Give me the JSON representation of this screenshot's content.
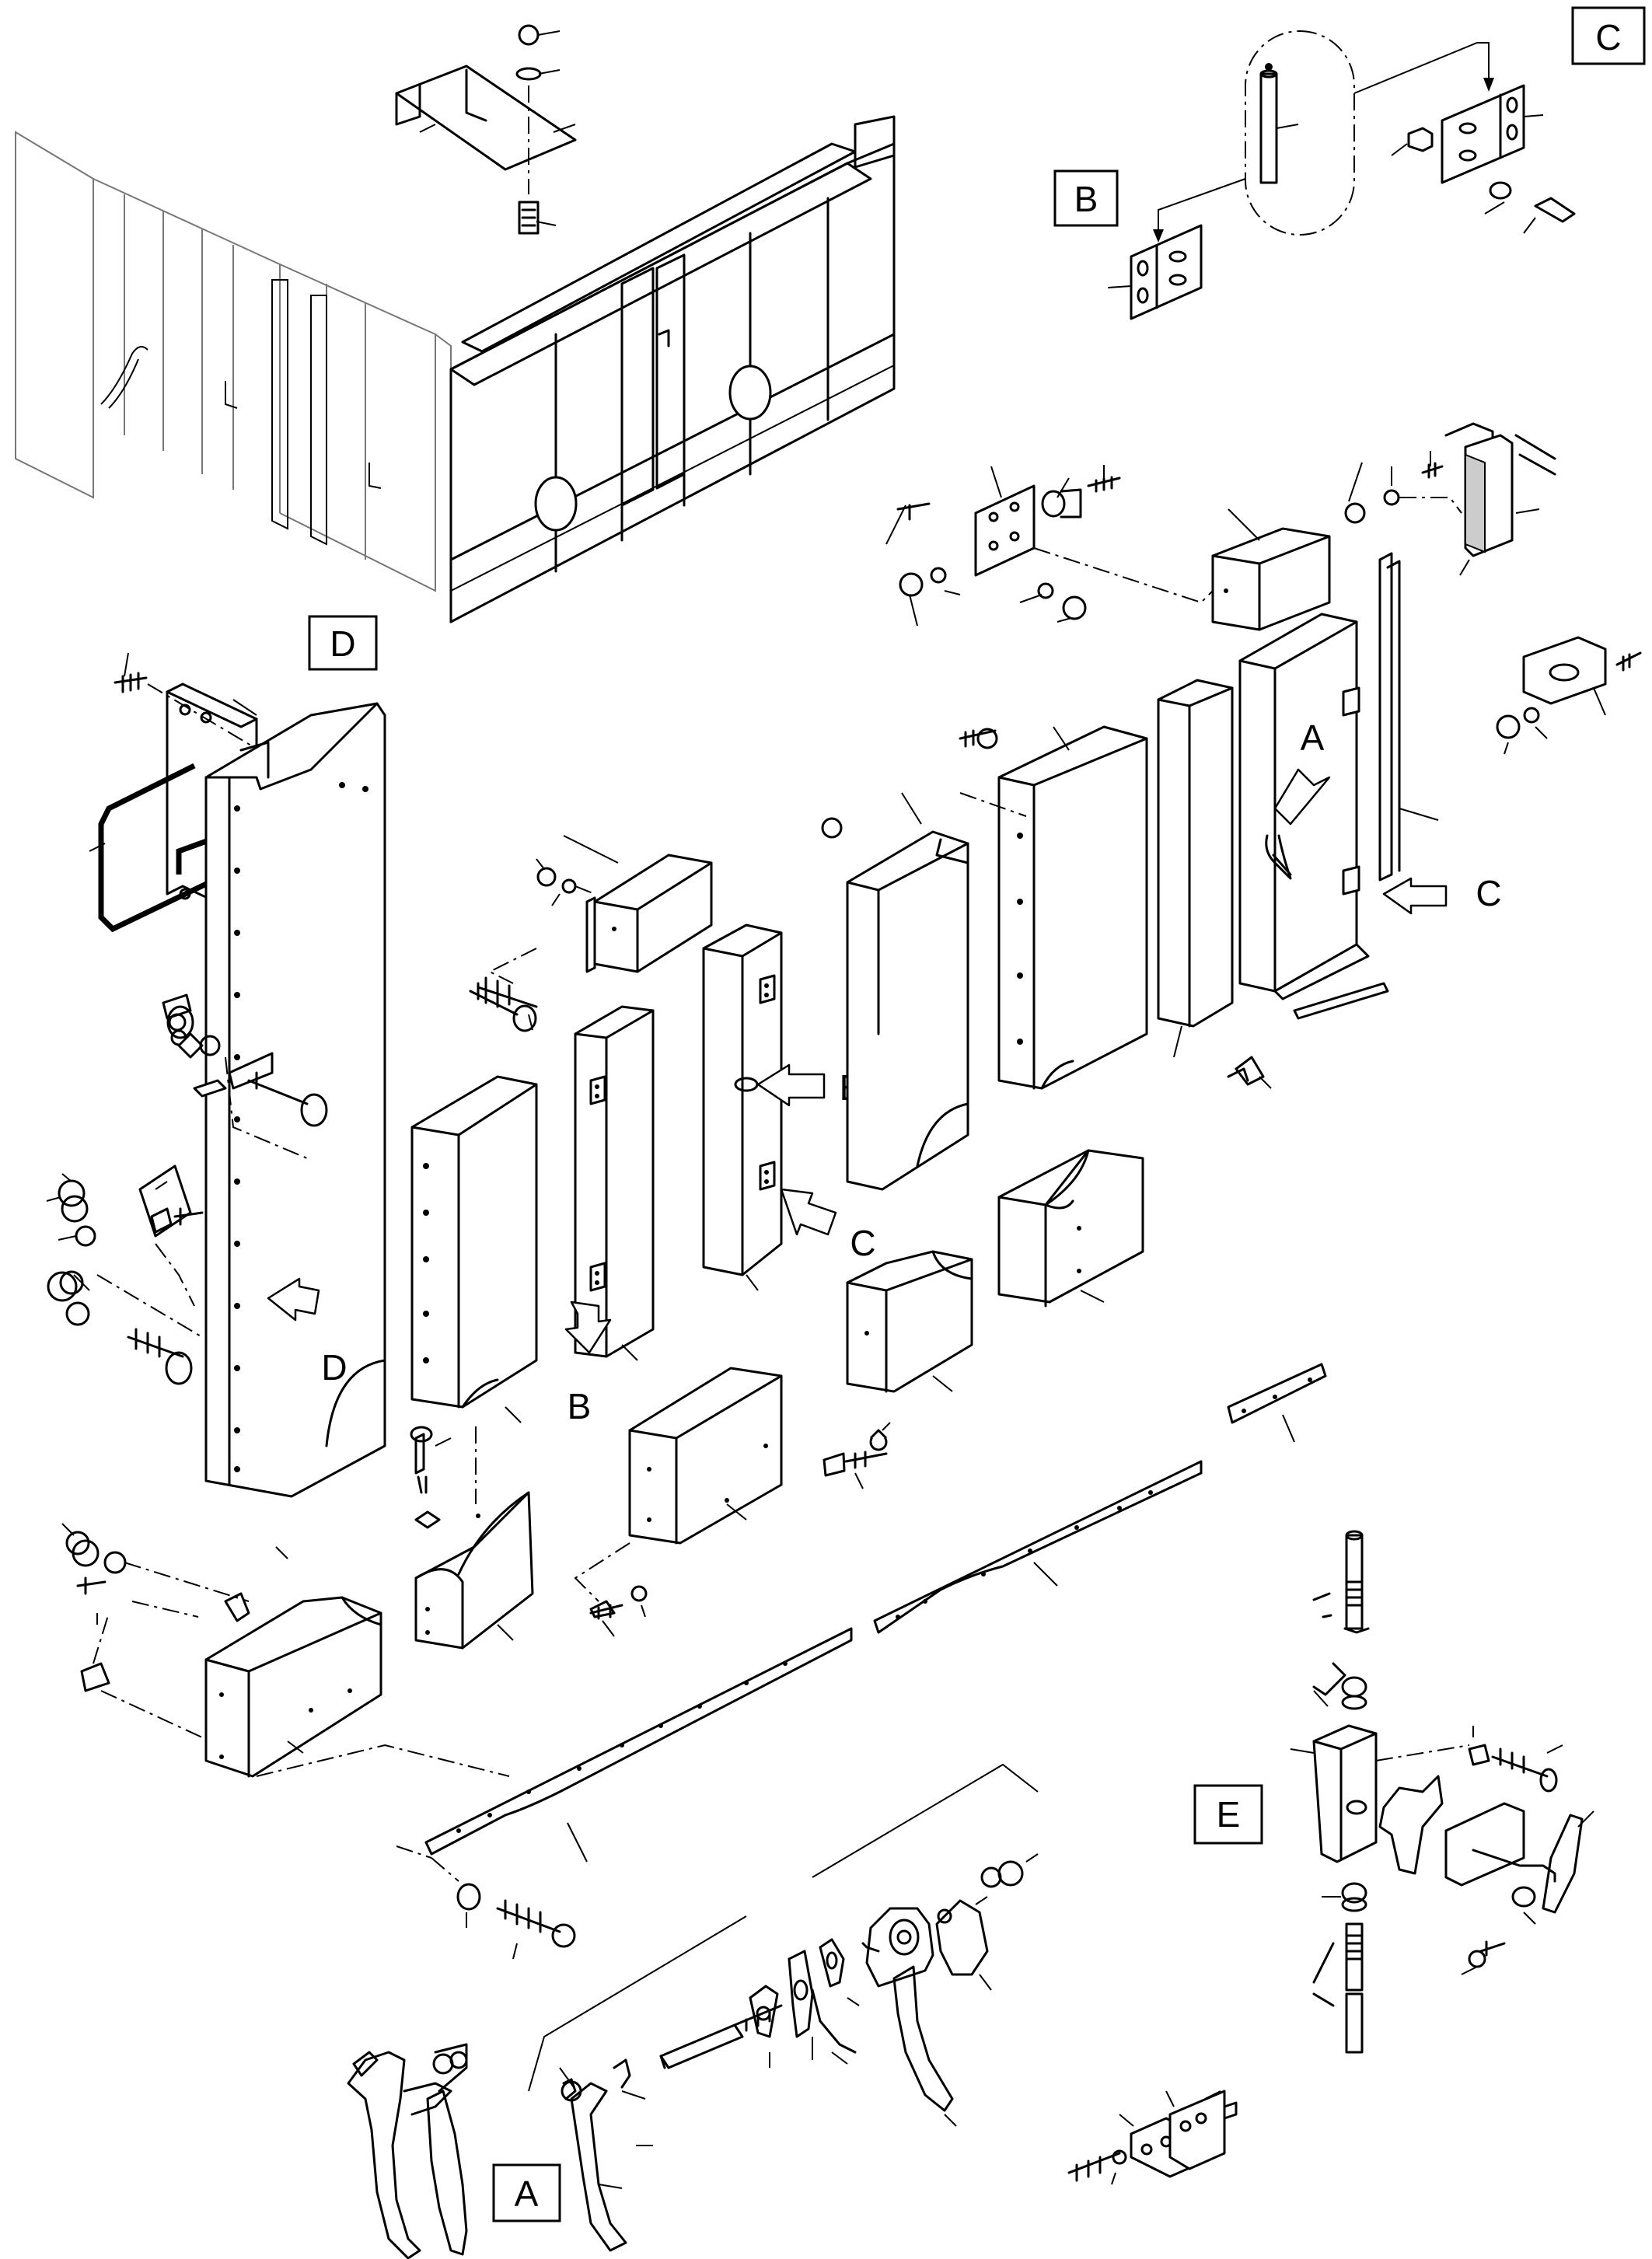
{
  "view_labels": {
    "A": "A",
    "B": "B",
    "C": "C",
    "D": "D",
    "E": "E"
  },
  "callout_labels": {
    "A": "A",
    "B": "B",
    "C_top": "C",
    "C_mid": "C",
    "D": "D",
    "E": "E"
  },
  "colors": {
    "line": "#000000",
    "background": "#ffffff",
    "context_line": "#777777"
  }
}
